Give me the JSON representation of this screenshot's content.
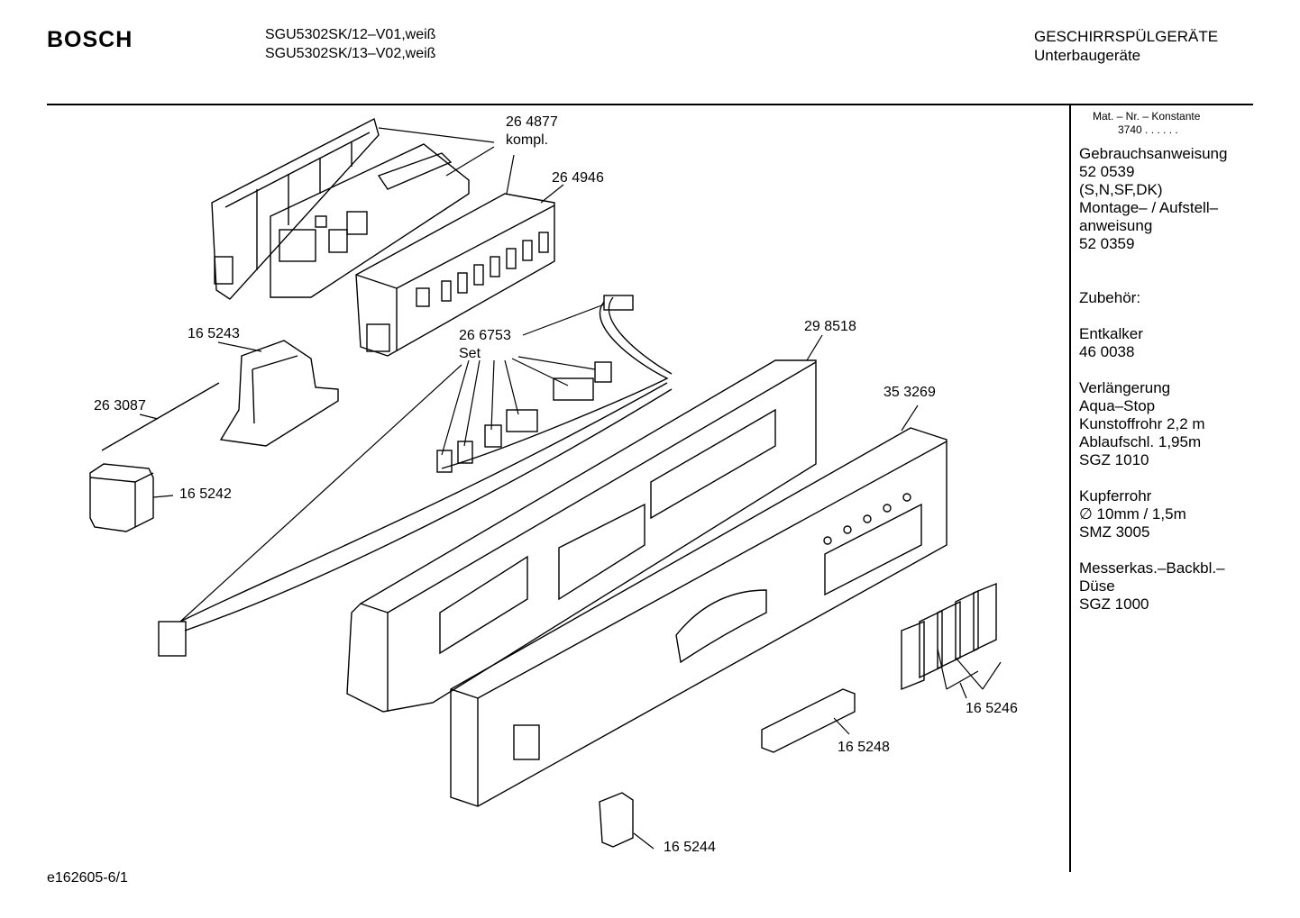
{
  "header": {
    "brand": "BOSCH",
    "model_1": "SGU5302SK/12–V01,weiß",
    "model_2": "SGU5302SK/13–V02,weiß",
    "category": "GESCHIRRSPÜLGERÄTE",
    "subcategory": "Unterbaugeräte"
  },
  "sidebar": {
    "matnr_label": "Mat. – Nr. – Konstante",
    "matnr_value": "3740  .  .  .  .  .  .",
    "lines": [
      "Gebrauchsanweisung",
      "52 0539",
      "(S,N,SF,DK)",
      "Montage– / Aufstell–",
      "anweisung",
      "52 0359",
      "",
      "",
      "Zubehör:",
      "",
      "Entkalker",
      "46 0038",
      "",
      "Verlängerung",
      "Aqua–Stop",
      "Kunstoffrohr 2,2 m",
      "Ablaufschl. 1,95m",
      "SGZ 1010",
      "",
      "Kupferrohr",
      "∅ 10mm / 1,5m",
      "SMZ 3005",
      "",
      "Messerkas.–Backbl.–",
      "Düse",
      "SGZ 1000"
    ]
  },
  "parts": {
    "p264877": "26 4877",
    "p264877_note": "kompl.",
    "p264946": "26 4946",
    "p165243": "16 5243",
    "p266753": "26 6753",
    "p266753_note": "Set",
    "p298518": "29 8518",
    "p263087": "26 3087",
    "p353269": "35 3269",
    "p165242": "16 5242",
    "p165246": "16 5246",
    "p165248": "16 5248",
    "p165244": "16 5244"
  },
  "footer": {
    "drawing_id": "e162605-6/1"
  }
}
